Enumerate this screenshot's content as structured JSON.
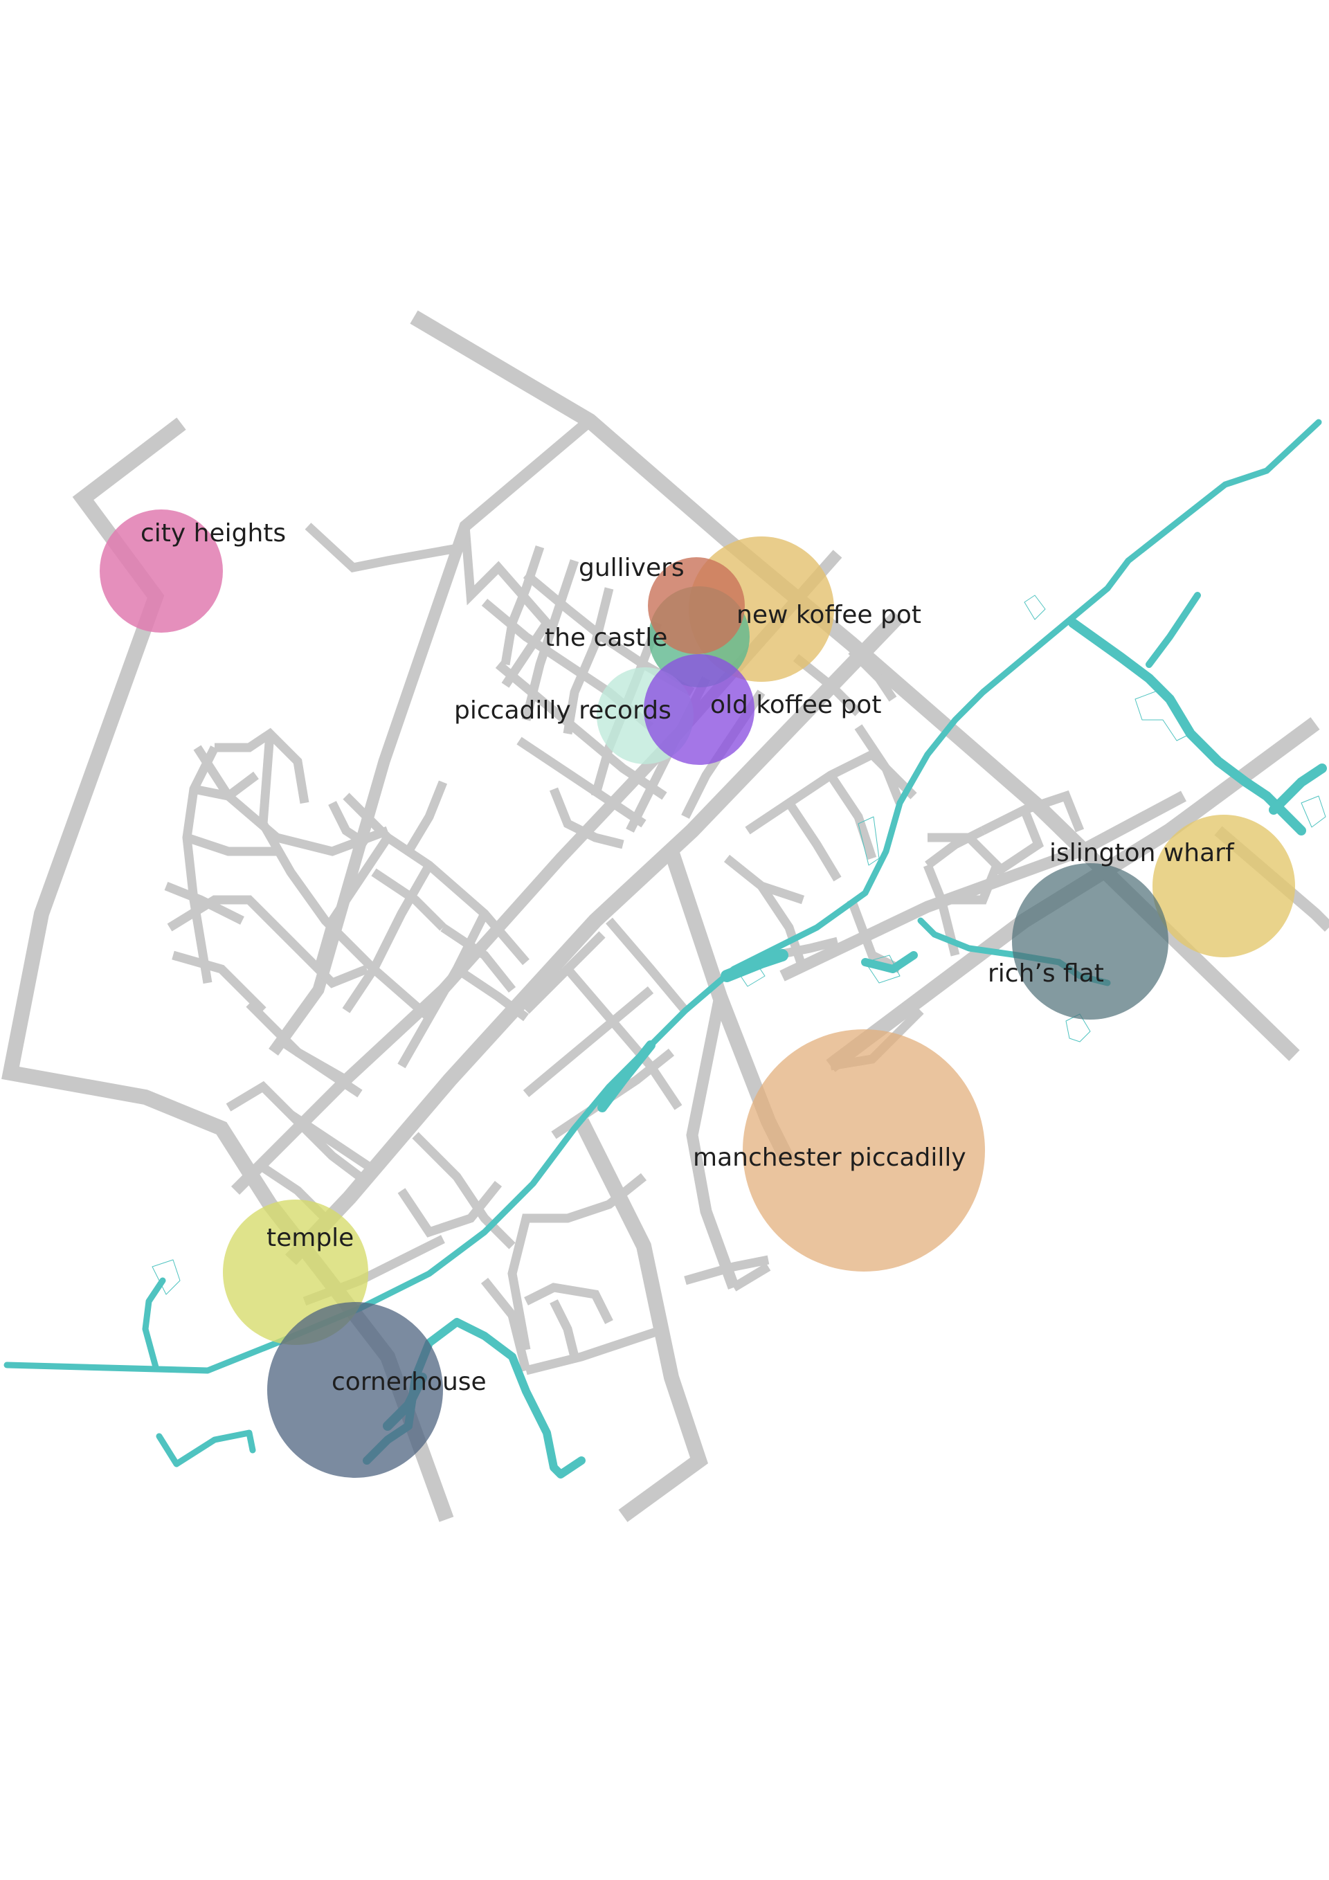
{
  "colors": {
    "road": "#c8c8c8",
    "water": "#4fc3c0",
    "label": "#1e1e1e",
    "background": "#ffffff"
  },
  "places": {
    "city_heights": {
      "label": "city heights",
      "color": "#e07bb0"
    },
    "gullivers": {
      "label": "gullivers",
      "color": "#c9735a"
    },
    "new_koffee_pot": {
      "label": "new koffee pot",
      "color": "#e3c06e"
    },
    "the_castle": {
      "label": "the castle",
      "color": "#5fb88e"
    },
    "piccadilly_records": {
      "label": "piccadilly records",
      "color": "#bfeadb"
    },
    "old_koffee_pot": {
      "label": "old koffee pot",
      "color": "#8b4fe0"
    },
    "islington_wharf": {
      "label": "islington wharf",
      "color": "#e3c86e"
    },
    "richs_flat": {
      "label": "rich’s flat",
      "color": "#4f6f78"
    },
    "manchester_piccadilly": {
      "label": "manchester piccadilly",
      "color": "#e3b07e"
    },
    "temple": {
      "label": "temple",
      "color": "#d6db6a"
    },
    "cornerhouse": {
      "label": "cornerhouse",
      "color": "#4f6480"
    }
  }
}
